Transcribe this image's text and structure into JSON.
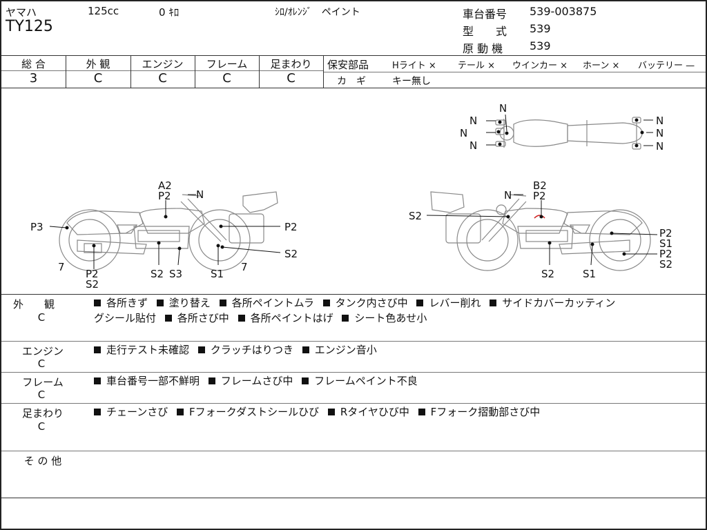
{
  "header": {
    "maker": "ヤマハ",
    "displacement": "125cc",
    "mileage": "0 ｷﾛ",
    "color": "ｼﾛ/ｵﾚﾝｼﾞ　ペイント",
    "model_name": "TY125",
    "frame_no_label": "車台番号",
    "frame_no_value": "539-003875",
    "type_label": "型　　式",
    "type_value": "539",
    "engine_label": "原 動 機",
    "engine_value": "539"
  },
  "grades": [
    {
      "label": "総 合",
      "value": "3"
    },
    {
      "label": "外 観",
      "value": "C"
    },
    {
      "label": "エンジン",
      "value": "C"
    },
    {
      "label": "フレーム",
      "value": "C"
    },
    {
      "label": "足まわり",
      "value": "C"
    }
  ],
  "safety": {
    "label": "保安部品",
    "items": [
      {
        "name": "Hライト",
        "mark": "×"
      },
      {
        "name": "テール",
        "mark": "×"
      },
      {
        "name": "ウインカー",
        "mark": "×"
      },
      {
        "name": "ホーン",
        "mark": "×"
      },
      {
        "name": "バッテリー",
        "mark": "—"
      }
    ],
    "key_label": "カ　ギ",
    "key_value": "キー無し"
  },
  "diagram_labels": {
    "top": [
      "N",
      "N",
      "N",
      "N",
      "N",
      "N",
      "N"
    ],
    "left": [
      "A2",
      "P2",
      "N",
      "P3",
      "P2",
      "S2",
      "7",
      "P2",
      "S2",
      "S2",
      "S3",
      "S1",
      "7"
    ],
    "right": [
      "N",
      "B2",
      "P2",
      "S2",
      "P2",
      "S1",
      "P2",
      "S2",
      "S2",
      "S1"
    ]
  },
  "sections": [
    {
      "title": "外　　観",
      "grade": "C",
      "items": [
        "各所きず",
        "塗り替え",
        "各所ペイントムラ",
        "タンク内さび中",
        "レバー削れ",
        "サイドカバーカッティン",
        "グシール貼付",
        "各所さび中",
        "各所ペイントはげ",
        "シート色あせ小"
      ]
    },
    {
      "title": "エンジン",
      "grade": "C",
      "items": [
        "走行テスト未確認",
        "クラッチはりつき",
        "エンジン音小"
      ]
    },
    {
      "title": "フレーム",
      "grade": "C",
      "items": [
        "車台番号一部不鮮明",
        "フレームさび中",
        "フレームペイント不良"
      ]
    },
    {
      "title": "足まわり",
      "grade": "C",
      "items": [
        "チェーンさび",
        "Fフォークダストシールひび",
        "Rタイヤひび中",
        "Fフォーク摺動部さび中"
      ]
    },
    {
      "title": "そ の 他",
      "grade": "",
      "items": []
    }
  ]
}
